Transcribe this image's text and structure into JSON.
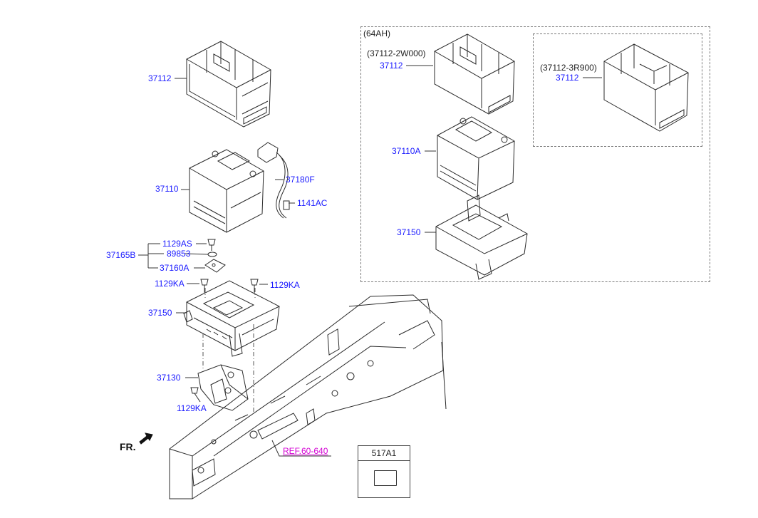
{
  "group_box": {
    "capacity_label": "(64AH)",
    "variant_a_code": "(37112-2W000)",
    "variant_b_code": "(37112-3R900)"
  },
  "parts": {
    "tray_cover_main": "37112",
    "tray_cover_var_a": "37112",
    "tray_cover_var_b": "37112",
    "battery_main": "37110",
    "battery_var": "37110A",
    "cable": "37180F",
    "cable_bolt": "1141AC",
    "assy": "37165B",
    "bolt_as": "1129AS",
    "washer": "89853",
    "bracket_a": "37160A",
    "bolt_ka_left": "1129KA",
    "bolt_ka_right": "1129KA",
    "tray_main": "37150",
    "tray_var": "37150",
    "mount_bracket": "37130",
    "bolt_ka_bottom": "1129KA"
  },
  "reference": "REF.60-640",
  "front_label": "FR.",
  "legend": {
    "code": "517A1"
  }
}
